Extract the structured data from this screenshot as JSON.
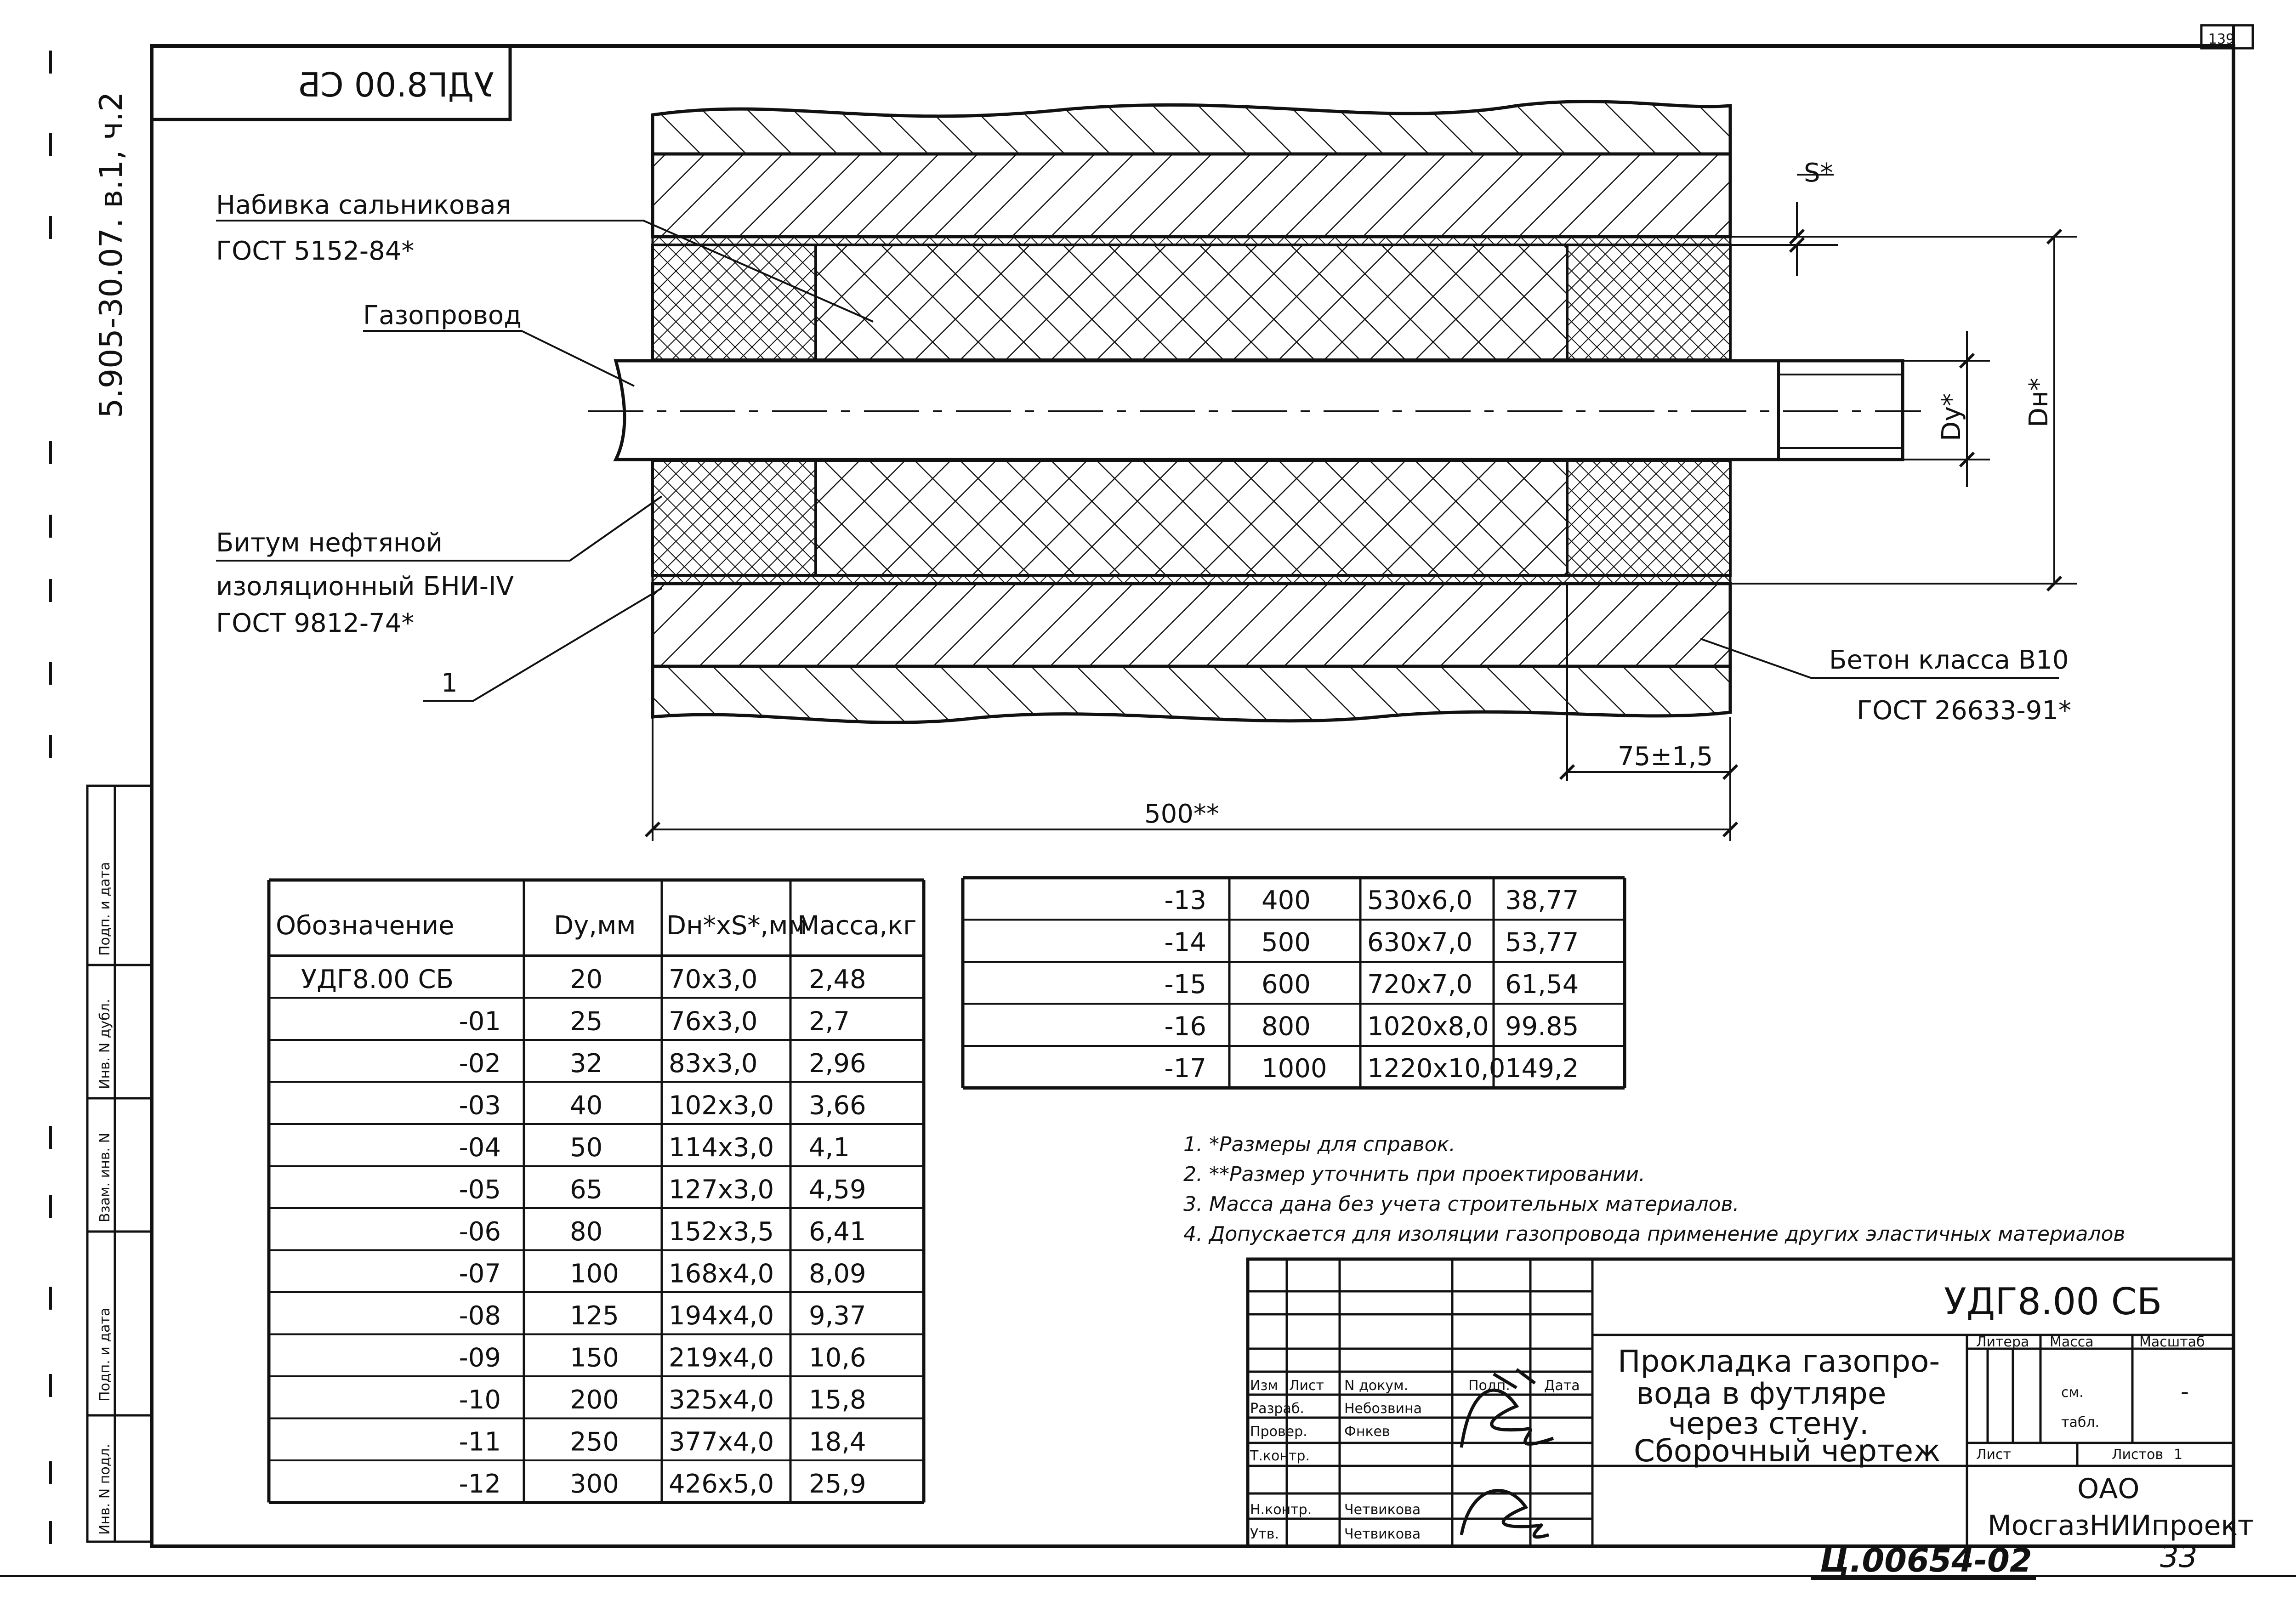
{
  "sheet_number": "139",
  "stamp_mirrored": "УДГ8.00 СБ",
  "side_code": "5.905-30.07. в.1, ч.2",
  "left_strip": [
    "Подп. и дата",
    "Инв. N дубл.",
    "Взам. инв. N",
    "Подп. и дата",
    "Инв. N подл."
  ],
  "labels": {
    "packing": "Набивка сальниковая",
    "packing_gost": "ГОСТ 5152-84*",
    "pipe": "Газопровод",
    "bitumen": "Битум нефтяной",
    "bitumen2": "изоляционный БНИ-IV",
    "bitumen_gost": "ГОСТ 9812-74*",
    "item1": "1",
    "concrete": "Бетон класса В10",
    "concrete_gost": "ГОСТ 26633-91*",
    "dim_s": "S*",
    "dim_dy": "Dy*",
    "dim_dn": "Dн*",
    "dim_75": "75±1,5",
    "dim_500": "500**"
  },
  "table": {
    "headers": [
      "Обозначение",
      "Dy,мм",
      "Dн*хS*,мм",
      "Масса,кг"
    ],
    "rows_left": [
      [
        "УДГ8.00 СБ",
        "20",
        "70х3,0",
        "2,48"
      ],
      [
        "-01",
        "25",
        "76х3,0",
        "2,7"
      ],
      [
        "-02",
        "32",
        "83х3,0",
        "2,96"
      ],
      [
        "-03",
        "40",
        "102х3,0",
        "3,66"
      ],
      [
        "-04",
        "50",
        "114х3,0",
        "4,1"
      ],
      [
        "-05",
        "65",
        "127х3,0",
        "4,59"
      ],
      [
        "-06",
        "80",
        "152х3,5",
        "6,41"
      ],
      [
        "-07",
        "100",
        "168х4,0",
        "8,09"
      ],
      [
        "-08",
        "125",
        "194х4,0",
        "9,37"
      ],
      [
        "-09",
        "150",
        "219х4,0",
        "10,6"
      ],
      [
        "-10",
        "200",
        "325х4,0",
        "15,8"
      ],
      [
        "-11",
        "250",
        "377х4,0",
        "18,4"
      ],
      [
        "-12",
        "300",
        "426х5,0",
        "25,9"
      ]
    ],
    "rows_right": [
      [
        "-13",
        "400",
        "530х6,0",
        "38,77"
      ],
      [
        "-14",
        "500",
        "630х7,0",
        "53,77"
      ],
      [
        "-15",
        "600",
        "720х7,0",
        "61,54"
      ],
      [
        "-16",
        "800",
        "1020х8,0",
        "99.85"
      ],
      [
        "-17",
        "1000",
        "1220х10,0",
        "149,2"
      ]
    ]
  },
  "notes": [
    "1. *Размеры для справок.",
    "2. **Размер уточнить при проектировании.",
    "3. Масса дана без учета строительных материалов.",
    "4. Допускается для изоляции газопровода применение других эластичных материалов"
  ],
  "title_block": {
    "designation": "УДГ8.00 СБ",
    "title": [
      "Прокладка газопро-",
      "вода в футляре",
      "через стену.",
      "Сборочный чертеж"
    ],
    "col_heads": [
      "Изм",
      "Лист",
      "N докум.",
      "Подп.",
      "Дата"
    ],
    "roles": [
      {
        "role": "Разраб.",
        "name": "Небозвина"
      },
      {
        "role": "Провер.",
        "name": "Фнкев"
      },
      {
        "role": "Т.контр.",
        "name": ""
      },
      {
        "role": "Н.контр.",
        "name": "Четвикова"
      },
      {
        "role": "Утв.",
        "name": "Четвикова"
      }
    ],
    "litera": "Литера",
    "mass": "Масса",
    "scale": "Масштаб",
    "mass_value_1": "см.",
    "mass_value_2": "табл.",
    "scale_value": "-",
    "sheet": "Лист",
    "sheets": "Листов",
    "sheets_value": "1",
    "org_1": "ОАО",
    "org_2": "МосгазНИИпроект"
  },
  "handwritten": "Ц.00654-02",
  "corner_num": "33"
}
